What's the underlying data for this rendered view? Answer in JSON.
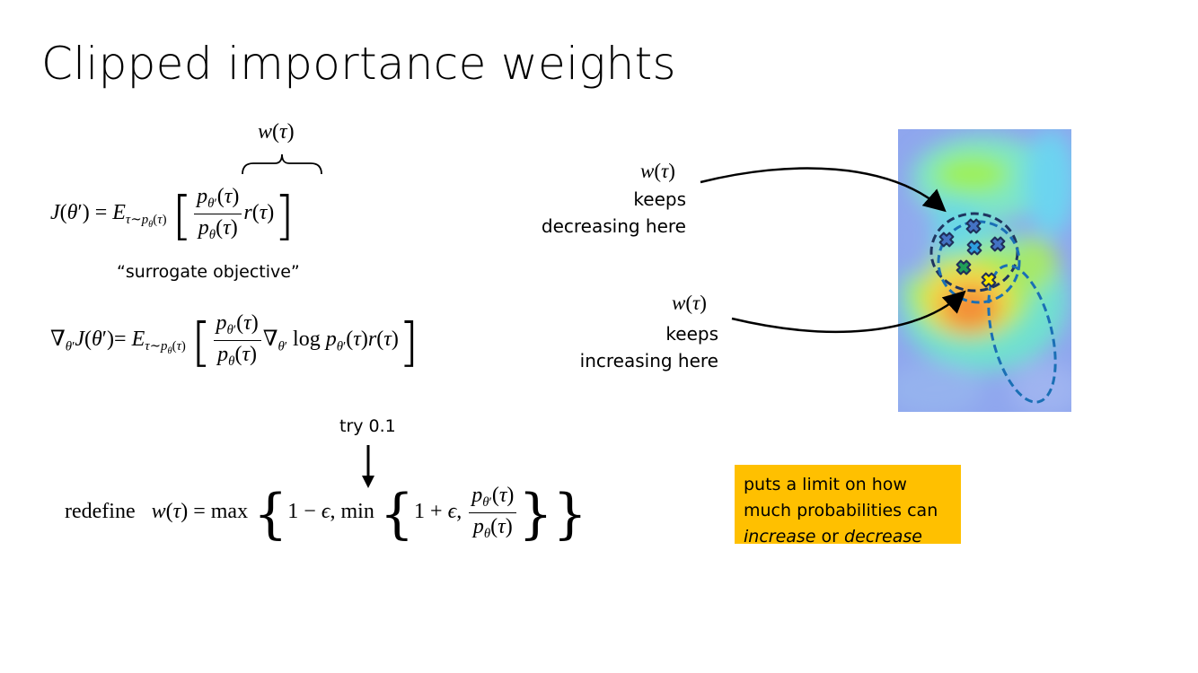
{
  "slide": {
    "title": "Clipped importance weights"
  },
  "equations": {
    "overbrace_label": "w(τ)",
    "surrogate_label": "“surrogate objective”",
    "try_label": "try 0.1",
    "redefine_word": "redefine"
  },
  "annotations": {
    "top": {
      "math": "w(τ)",
      "line1": "keeps",
      "line2": "decreasing here"
    },
    "bottom": {
      "math": "w(τ)",
      "line1": "keeps",
      "line2": "increasing here"
    }
  },
  "note": {
    "line1": "puts a limit on how",
    "line2": "much probabilities can",
    "increase": "increase",
    "or": "or",
    "decrease": "decrease",
    "bg_color": "#ffc000"
  },
  "figure": {
    "marker_colors": {
      "blue": "#4472c4",
      "light_blue": "#2e9fe0",
      "green": "#1f9f57",
      "yellow": "#f5e400"
    },
    "ellipse_colors": {
      "dark": "#1f3560",
      "mid": "#1a6fb5"
    }
  }
}
